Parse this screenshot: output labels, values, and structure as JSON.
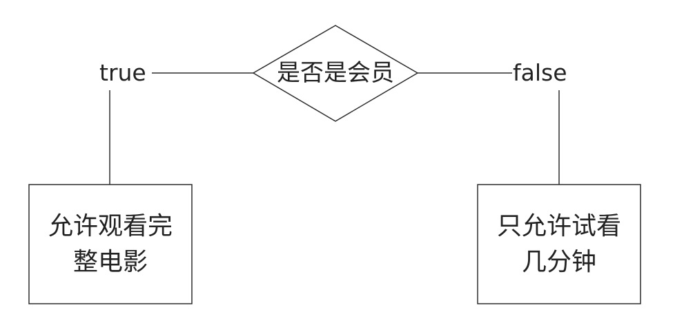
{
  "decision": {
    "label": "是否是会员"
  },
  "branches": {
    "true_label": "true",
    "false_label": "false"
  },
  "outcomes": {
    "true_box": {
      "line1": "允许观看完",
      "line2": "整电影"
    },
    "false_box": {
      "line1": "只允许试看",
      "line2": "几分钟"
    }
  },
  "colors": {
    "stroke": "#2b2b2b",
    "text": "#222222",
    "background": "#ffffff"
  }
}
